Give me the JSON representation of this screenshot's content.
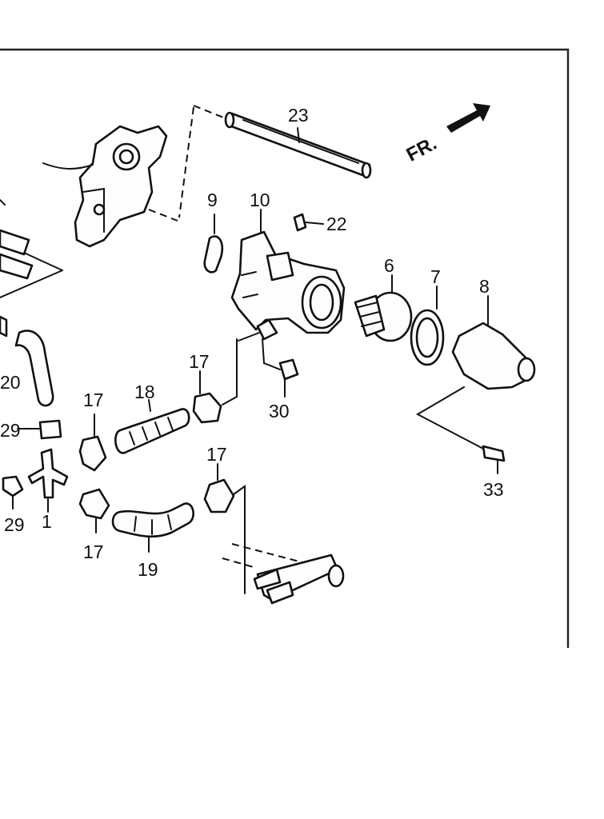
{
  "diagram": {
    "front_marker": "FR.",
    "labels": {
      "p23": "23",
      "p9": "9",
      "p10": "10",
      "p22": "22",
      "p6": "6",
      "p7": "7",
      "p8": "8",
      "p20": "20",
      "p29a": "29",
      "p29b": "29",
      "p1": "1",
      "p17a": "17",
      "p17b": "17",
      "p17c": "17",
      "p17d": "17",
      "p18": "18",
      "p19": "19",
      "p30": "30",
      "p33": "33"
    }
  }
}
